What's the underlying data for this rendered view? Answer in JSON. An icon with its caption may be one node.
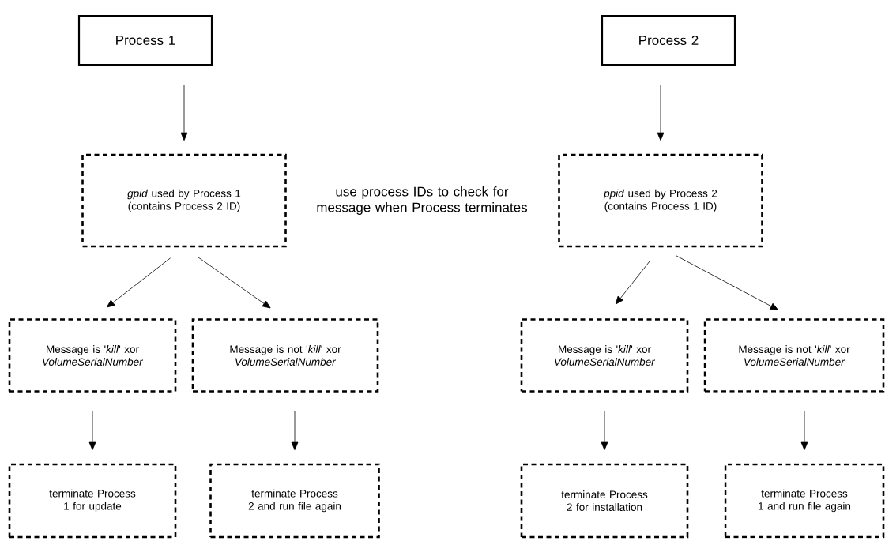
{
  "diagram": {
    "nodes": [
      {
        "text": [
          "Process 1"
        ]
      },
      {
        "text": [
          "Process 2"
        ]
      },
      {
        "text": [
          "*gpid* used by Process 1 (contains Process 2 ID)"
        ]
      },
      {
        "text": [
          "*ppid* used by Process 2 (contains Process 1 ID)"
        ]
      },
      {
        "text": [
          "Message is '*kill*' xor *VolumeSerialNumber*"
        ]
      },
      {
        "text": [
          "Message is not '*kill*' xor *VolumeSerialNumber*"
        ]
      },
      {
        "text": [
          "Message is '*kill*' xor *VolumeSerialNumber*"
        ]
      },
      {
        "text": [
          "Message is not '*kill*' xor *VolumeSerialNumber*"
        ]
      },
      {
        "text": [
          "terminate Process 1 for update"
        ]
      },
      {
        "text": [
          "terminate Process 2 and run file again"
        ]
      },
      {
        "text": [
          "terminate Process 2 for installation"
        ]
      },
      {
        "text": [
          "terminate Process 1 and run file again"
        ]
      }
    ],
    "edges": [
      {
        "from": 0,
        "to": 2,
        "arrow": "to"
      },
      {
        "from": 1,
        "to": 3,
        "arrow": "to"
      },
      {
        "from": 2,
        "to": 4,
        "arrow": "to"
      },
      {
        "from": 2,
        "to": 5,
        "arrow": "to"
      },
      {
        "from": 3,
        "to": 6,
        "arrow": "to"
      },
      {
        "from": 3,
        "to": 7,
        "arrow": "to"
      },
      {
        "from": 4,
        "to": 8,
        "arrow": "to"
      },
      {
        "from": 5,
        "to": 9,
        "arrow": "to"
      },
      {
        "from": 6,
        "to": 10,
        "arrow": "to"
      },
      {
        "from": 7,
        "to": 11,
        "arrow": "to"
      }
    ],
    "labels": [
      "use process IDs to check for message when Process terminates"
    ]
  }
}
